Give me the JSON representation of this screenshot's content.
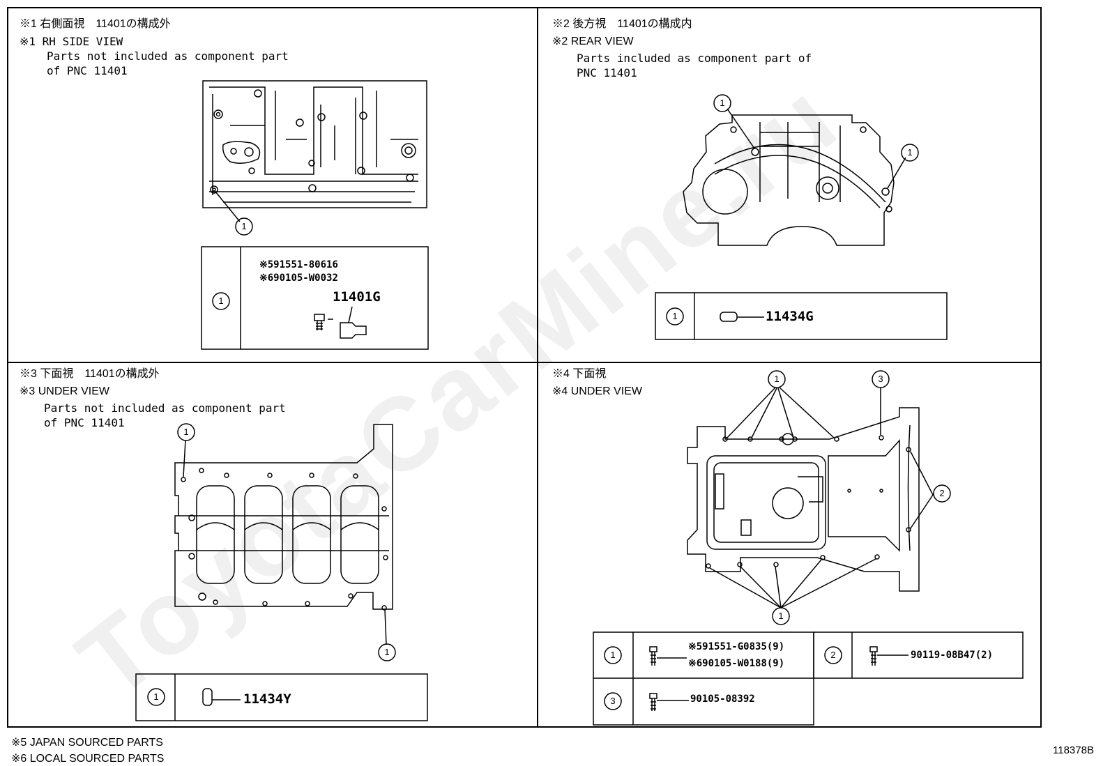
{
  "watermark": "ToyotaCarMine.ru",
  "figure_id": "118378B",
  "panels": {
    "rh_side": {
      "title_jp": "※1 右側面視　11401の構成外",
      "title_en": "※1 RH SIDE VIEW",
      "desc_line1": "Parts not included as component part",
      "desc_line2": "of PNC 11401",
      "callout": "1",
      "legend_num": "1",
      "part_a": "※591551-80616",
      "part_b": "※690105-W0032",
      "part_main": "11401G"
    },
    "rear": {
      "title_jp": "※2 後方視　11401の構成内",
      "title_en": "※2 REAR VIEW",
      "desc_line1": "Parts included as component part of",
      "desc_line2": "PNC 11401",
      "callout_a": "1",
      "callout_b": "1",
      "legend_num": "1",
      "part_main": "11434G"
    },
    "under3": {
      "title_jp": "※3 下面視　11401の構成外",
      "title_en": "※3 UNDER VIEW",
      "desc_line1": "Parts not included as component part",
      "desc_line2": "of PNC 11401",
      "callout_a": "1",
      "callout_b": "1",
      "legend_num": "1",
      "part_main": "11434Y"
    },
    "under4": {
      "title_jp": "※4 下面視",
      "title_en": "※4 UNDER VIEW",
      "callout_top": "1",
      "callout_3": "3",
      "callout_2": "2",
      "callout_bottom": "1",
      "legend": [
        {
          "num": "1",
          "part_a": "※591551-G0835(9)",
          "part_b": "※690105-W0188(9)"
        },
        {
          "num": "2",
          "part_a": "90119-08B47(2)"
        },
        {
          "num": "3",
          "part_a": "90105-08392"
        }
      ]
    }
  },
  "footer": {
    "note5": "※5 JAPAN SOURCED PARTS",
    "note6": "※6 LOCAL SOURCED PARTS"
  }
}
